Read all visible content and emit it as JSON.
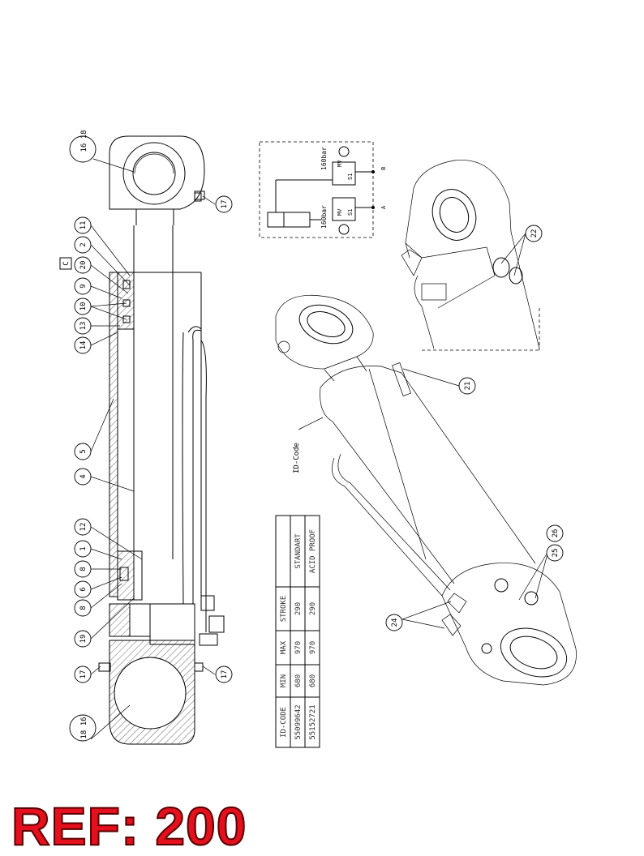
{
  "reference": "REF: 200",
  "colors": {
    "reference_text": "#e4101e",
    "reference_outline": "#5a0000"
  },
  "section_marker": "C",
  "callouts": [
    {
      "id": "c-16-18-top",
      "label": "16 18"
    },
    {
      "id": "c-17-top",
      "label": "17"
    },
    {
      "id": "c-11",
      "label": "11"
    },
    {
      "id": "c-2",
      "label": "2"
    },
    {
      "id": "c-20",
      "label": "20"
    },
    {
      "id": "c-9",
      "label": "9"
    },
    {
      "id": "c-10",
      "label": "10"
    },
    {
      "id": "c-13",
      "label": "13"
    },
    {
      "id": "c-14",
      "label": "14"
    },
    {
      "id": "c-5",
      "label": "5"
    },
    {
      "id": "c-4",
      "label": "4"
    },
    {
      "id": "c-12",
      "label": "12"
    },
    {
      "id": "c-1",
      "label": "1"
    },
    {
      "id": "c-8a",
      "label": "8"
    },
    {
      "id": "c-6",
      "label": "6"
    },
    {
      "id": "c-8b",
      "label": "8"
    },
    {
      "id": "c-19",
      "label": "19"
    },
    {
      "id": "c-17-left",
      "label": "17"
    },
    {
      "id": "c-18-16",
      "label": "18 16"
    },
    {
      "id": "c-17-bottom",
      "label": "17"
    },
    {
      "id": "c-22",
      "label": "22"
    },
    {
      "id": "c-21",
      "label": "21"
    },
    {
      "id": "c-24",
      "label": "24"
    },
    {
      "id": "c-25",
      "label": "25"
    },
    {
      "id": "c-26",
      "label": "26"
    }
  ],
  "id_code_label": "ID-Code",
  "hydraulic": {
    "valve_a_pressure": "160bar",
    "valve_b_pressure": "160bar",
    "valve_code_a": "S1",
    "valve_code_b": "S1",
    "valve_type": "MV",
    "port_a": "A",
    "port_b": "B"
  },
  "table": {
    "headers": [
      "ID-CODE",
      "MIN",
      "MAX",
      "STROKE",
      ""
    ],
    "rows": [
      [
        "55099642",
        "680",
        "970",
        "290",
        "STANDART"
      ],
      [
        "55152721",
        "680",
        "970",
        "290",
        "ACID PROOF"
      ]
    ]
  }
}
